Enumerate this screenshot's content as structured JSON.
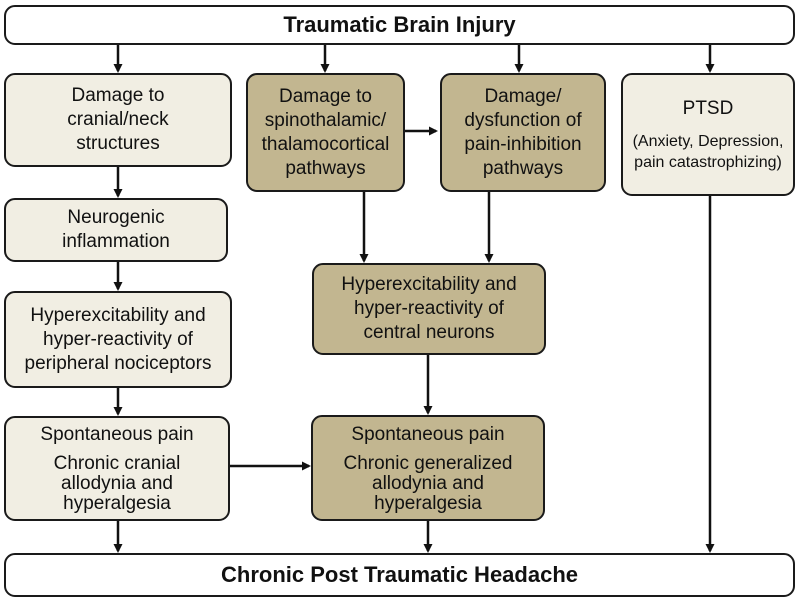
{
  "title": "Traumatic Brain Injury",
  "footer": "Chronic Post Traumatic Headache",
  "peripheral": {
    "damage": "Damage to cranial/neck structures",
    "inflammation": "Neurogenic inflammation",
    "hyperexcitability": "Hyperexcitability and hyper-reactivity of peripheral nociceptors",
    "pain_heading": "Spontaneous pain",
    "pain_detail": "Chronic cranial allodynia and hyperalgesia"
  },
  "central": {
    "spinothalamic": "Damage to spinothalamic/ thalamocortical pathways",
    "inhibition": "Damage/ dysfunction of pain-inhibition pathways",
    "hyperexcitability": "Hyperexcitability and hyper-reactivity of central neurons",
    "pain_heading": "Spontaneous pain",
    "pain_detail": "Chronic generalized allodynia and hyperalgesia"
  },
  "ptsd": {
    "title": "PTSD",
    "detail": "(Anxiety, Depression, pain catastrophizing)"
  },
  "colors": {
    "peripheral_fill": "#f1eee3",
    "central_fill": "#c2b690",
    "border": "#1a1a1a"
  }
}
